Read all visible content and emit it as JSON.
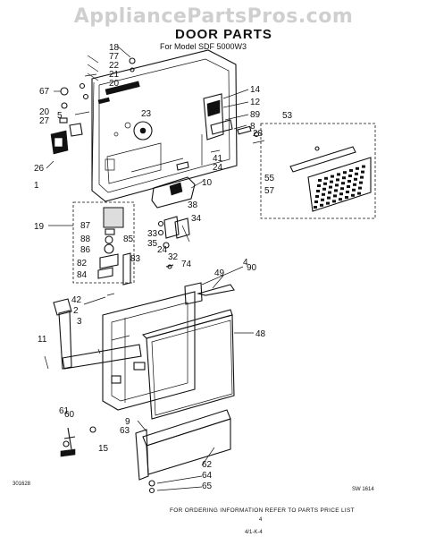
{
  "watermark": "AppliancePartsPros.com",
  "title": "DOOR PARTS",
  "model": "For Model SDF 5000W3",
  "footer_note": "FOR ORDERING INFORMATION REFER TO PARTS PRICE LIST",
  "drawing_code": "SW 1614",
  "page_number": "4",
  "left_code": "301628",
  "bottom_code": "4/1-K-4",
  "callouts": [
    "18",
    "77",
    "22",
    "21",
    "20",
    "67",
    "20",
    "27",
    "5",
    "26",
    "1",
    "23",
    "14",
    "12",
    "89",
    "8",
    "28",
    "41",
    "24",
    "10",
    "53",
    "55",
    "57",
    "19",
    "87",
    "88",
    "86",
    "82",
    "84",
    "85",
    "83",
    "33",
    "35",
    "24",
    "32",
    "74",
    "38",
    "34",
    "4",
    "49",
    "90",
    "42",
    "2",
    "3",
    "11",
    "48",
    "61",
    "60",
    "15",
    "9",
    "63",
    "62",
    "64",
    "65"
  ]
}
